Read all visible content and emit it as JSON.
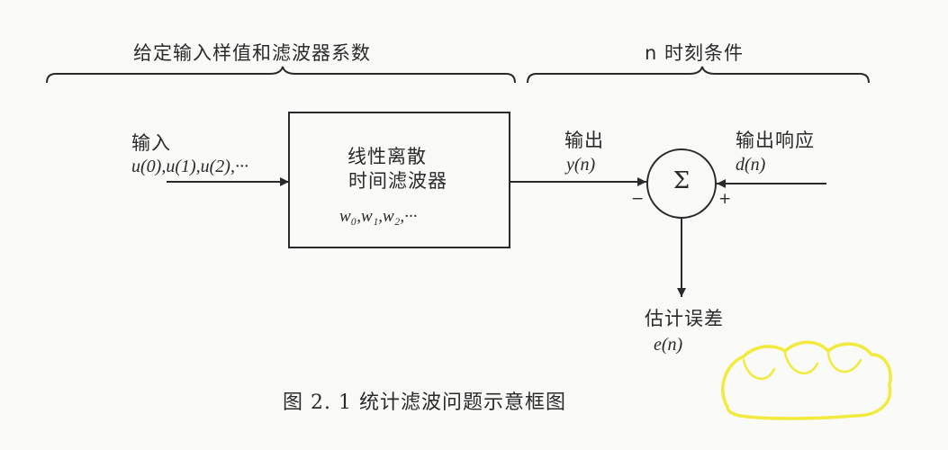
{
  "braces": {
    "left_label": "给定输入样值和滤波器系数",
    "right_label": "n 时刻条件"
  },
  "input": {
    "label": "输入",
    "signal": "u(0),u(1),u(2),···"
  },
  "filter": {
    "line1": "线性离散",
    "line2": "时间滤波器",
    "coeffs": "w₀,w₁,w₂,···"
  },
  "output": {
    "label": "输出",
    "signal": "y(n)"
  },
  "desired": {
    "label": "输出响应",
    "signal": "d(n)"
  },
  "summer": {
    "symbol": "Σ",
    "minus": "−",
    "plus": "+"
  },
  "error": {
    "label": "估计误差",
    "signal": "e(n)"
  },
  "caption": "图 2. 1    统计滤波问题示意框图",
  "colors": {
    "ink": "#2a2a2a",
    "background": "#fafaf8",
    "highlight": "#f2ea3c"
  }
}
